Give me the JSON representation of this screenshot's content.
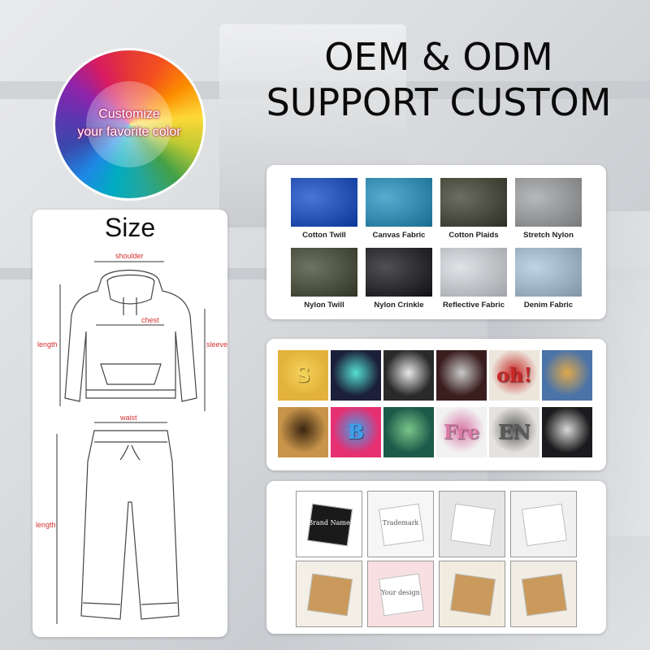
{
  "headline": {
    "line1": "OEM & ODM",
    "line2": "SUPPORT CUSTOM"
  },
  "color_wheel": {
    "line1": "Customize",
    "line2": "your favorite color"
  },
  "size_chart": {
    "title": "Size",
    "labels": {
      "shoulder": "shoulder",
      "chest": "chest",
      "length_top": "length",
      "sleeve": "sleeve",
      "waist": "waist",
      "length_bottom": "length"
    }
  },
  "fabrics": [
    {
      "label": "Cotton Twill",
      "color": "#0d47c9"
    },
    {
      "label": "Canvas Fabric",
      "color": "#1e90c0"
    },
    {
      "label": "Cotton Plaids",
      "color": "#3b3d2c"
    },
    {
      "label": "Stretch Nylon",
      "color": "#9ea0a2"
    },
    {
      "label": "Nylon Twill",
      "color": "#3e4430"
    },
    {
      "label": "Nylon Crinkle",
      "color": "#141517"
    },
    {
      "label": "Reflective Fabric",
      "color": "#d5d9de"
    },
    {
      "label": "Denim Fabric",
      "color": "#a9c6dc"
    }
  ],
  "embroidery": [
    {
      "icon": "chenille-s-patch-icon",
      "glyph": "S",
      "bg": "#e2b23a",
      "fg": "#f5d35a"
    },
    {
      "icon": "reflective-tiger-print-icon",
      "glyph": "",
      "bg": "#1b1f3a",
      "fg": "#55e0d0"
    },
    {
      "icon": "ironman-reflective-icon",
      "glyph": "",
      "bg": "#2a2a2a",
      "fg": "#e8e8e8"
    },
    {
      "icon": "dragon-embroidery-icon",
      "glyph": "",
      "bg": "#3a1d1d",
      "fg": "#c9c9c9"
    },
    {
      "icon": "puff-print-oh-icon",
      "glyph": "oh!",
      "bg": "#ece6dc",
      "fg": "#c62828"
    },
    {
      "icon": "denim-embroidery-icon",
      "glyph": "",
      "bg": "#4a73a8",
      "fg": "#e0a84a"
    },
    {
      "icon": "tiger-patch-icon",
      "glyph": "",
      "bg": "#c8944a",
      "fg": "#3a2510"
    },
    {
      "icon": "colorful-letters-print-icon",
      "glyph": "B",
      "bg": "#e53072",
      "fg": "#3ea0ea"
    },
    {
      "icon": "leaf-print-icon",
      "glyph": "",
      "bg": "#1d5a4a",
      "fg": "#79c68a"
    },
    {
      "icon": "fre-3d-embossed-icon",
      "glyph": "Fre",
      "bg": "#f2f2f2",
      "fg": "#d97aa8"
    },
    {
      "icon": "embossed-letters-icon",
      "glyph": "EN",
      "bg": "#e4e2de",
      "fg": "#5a5a5a"
    },
    {
      "icon": "rhinestone-letters-icon",
      "glyph": "",
      "bg": "#1b1b1d",
      "fg": "#d8d8d8"
    }
  ],
  "labels_packaging": [
    {
      "icon": "woven-brand-label-icon",
      "bg": "#ffffff",
      "text": "Brand Name"
    },
    {
      "icon": "care-label-icon",
      "bg": "#f6f6f6",
      "text": "Trademark"
    },
    {
      "icon": "label-roll-icon",
      "bg": "#e6e6e6",
      "text": ""
    },
    {
      "icon": "size-labels-icon",
      "bg": "#f1f1f1",
      "text": ""
    },
    {
      "icon": "hang-tags-icon",
      "bg": "#f4efe6",
      "text": ""
    },
    {
      "icon": "poly-bag-icon",
      "bg": "#f8dfe1",
      "text": "Your design"
    },
    {
      "icon": "mailer-box-icon",
      "bg": "#f2ece0",
      "text": ""
    },
    {
      "icon": "shipping-carton-icon",
      "bg": "#f1ede4",
      "text": ""
    }
  ]
}
